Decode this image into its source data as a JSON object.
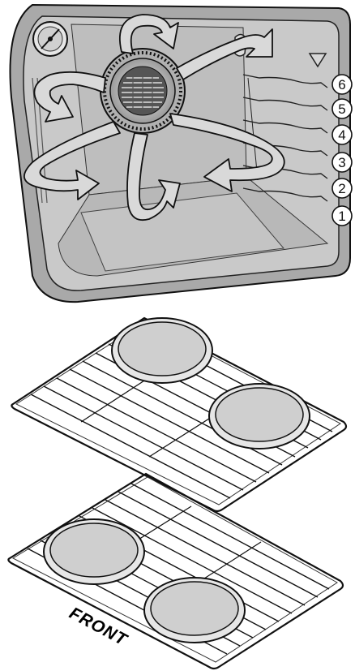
{
  "rack_positions": [
    "1",
    "2",
    "3",
    "4",
    "5",
    "6"
  ],
  "front_label": "FRONT",
  "colors": {
    "oven_body": "#a9a9a9",
    "oven_cavity": "#c9c9c9",
    "fan_cover": "#b0b0b0",
    "arrow_fill": "#d9d9d9",
    "pan_fill": "#cfcfcf",
    "line": "#111111"
  }
}
